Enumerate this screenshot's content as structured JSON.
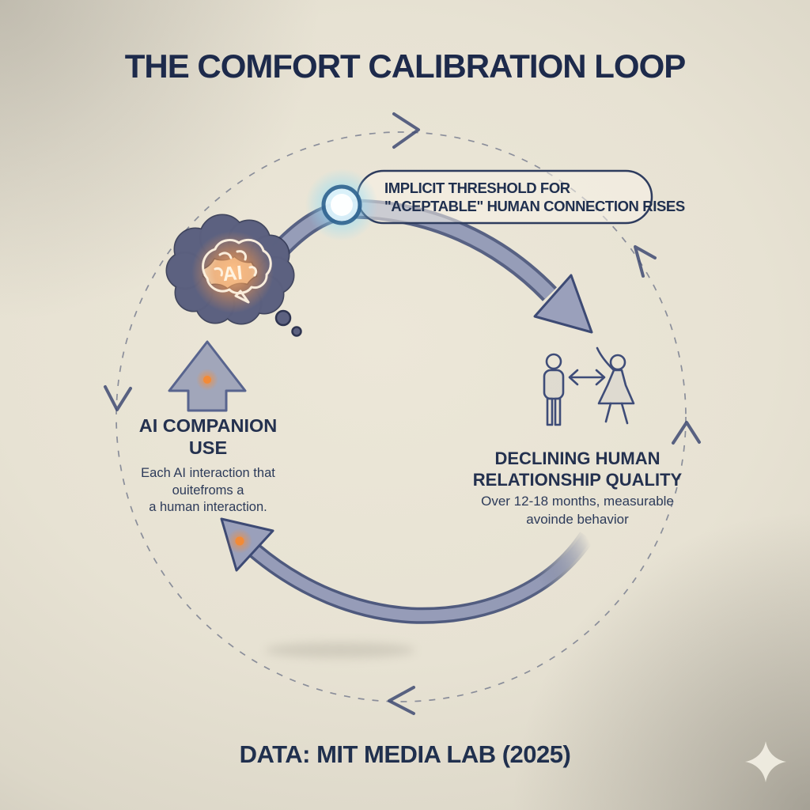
{
  "title": "THE COMFORT CALIBRATION LOOP",
  "callout": {
    "line1": "IMPLICIT THRESHOLD FOR",
    "line2": "\"ACEPTABLE\" HUMAN CONNECTION RISES"
  },
  "stage_left": {
    "heading_line1": "AI COMPANION",
    "heading_line2": "USE",
    "desc_line1": "Each AI interaction that",
    "desc_line2": "ouitefroms a",
    "desc_line3": "a human interaction."
  },
  "stage_right": {
    "heading_line1": "DECLINING HUMAN",
    "heading_line2": "RELATIONSHIP QUALITY",
    "desc_line1": "Over 12-18 months, measurable",
    "desc_line2": "avoinde behavior"
  },
  "brain_label": "AI",
  "footer": "DATA: MIT MEDIA LAB (2025)",
  "colors": {
    "background": "#e9e4d6",
    "vignette_edge": "#b5b1a5",
    "ink_navy": "#22304f",
    "arrow_fill": "#9aa0bb",
    "arrow_outline": "#3d4a74",
    "cloud_fill": "#5c6180",
    "node_glow_cyan": "#8fdcf7",
    "accent_orange": "#f08c3a",
    "brain_glow": "#ffb36b",
    "sparkle": "#f0ede1"
  },
  "icons": {
    "thought_bubble": "cloud thought bubble containing glowing AI brain",
    "up_arrow": "increase arrow with orange dot",
    "people_pair": "man and waving woman with two-way arrow",
    "glow_node": "glowing cyan node on loop",
    "loop": "dashed circular cycle with chevrons",
    "sparkle": "four-point star watermark"
  }
}
